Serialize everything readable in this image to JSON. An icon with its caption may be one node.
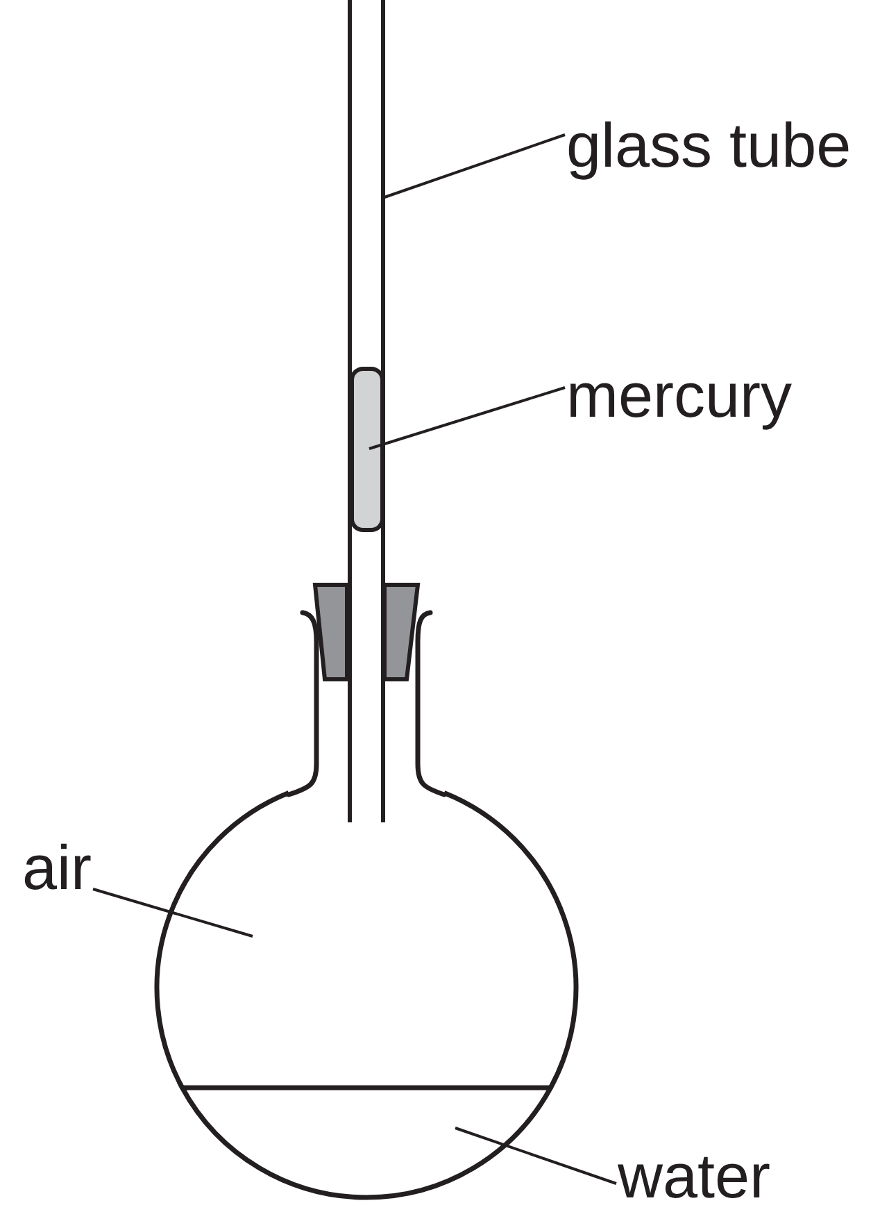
{
  "diagram": {
    "nodes": [
      {
        "text": [
          "glass tube"
        ]
      },
      {
        "text": [],
        "shape": "tube"
      },
      {
        "text": [
          "mercury"
        ]
      },
      {
        "text": [],
        "shape": "box",
        "in": 1
      },
      {
        "text": [
          "air"
        ]
      },
      {
        "text": [],
        "shape": "circle"
      },
      {
        "text": [
          "water"
        ]
      },
      {
        "text": [],
        "shape": "segment"
      }
    ],
    "edges": [
      {
        "from": 0,
        "to": 1,
        "arrow": "none"
      },
      {
        "from": 2,
        "to": 3,
        "arrow": "none"
      },
      {
        "from": 4,
        "to": 5,
        "arrow": "none"
      },
      {
        "from": 6,
        "to": 7,
        "arrow": "none"
      }
    ]
  }
}
